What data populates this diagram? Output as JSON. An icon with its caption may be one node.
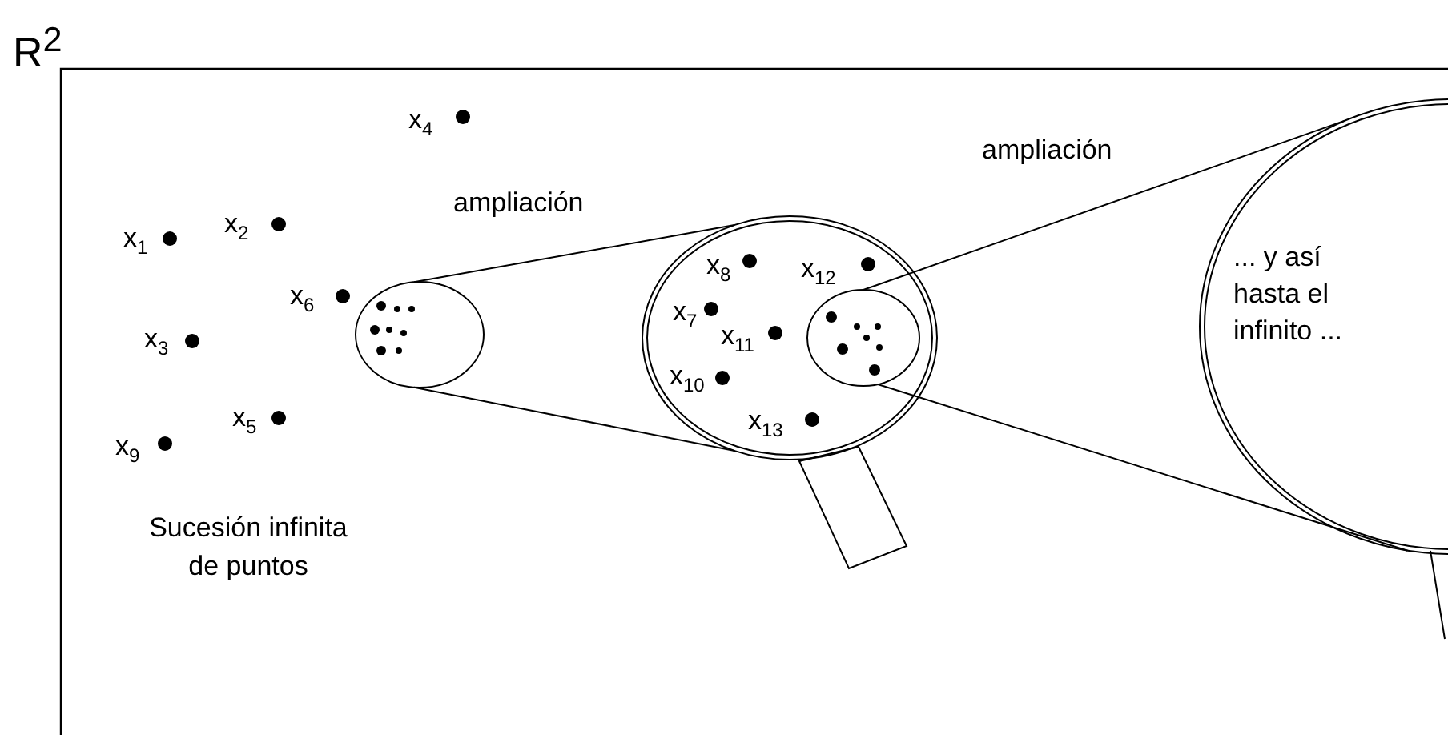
{
  "diagram": {
    "nodes": [
      {
        "text": [],
        "shape": "circle"
      },
      {
        "text": [],
        "shape": "circle"
      },
      {
        "text": [],
        "shape": "circle",
        "in": 1
      },
      {
        "text": [
          "... y así hasta el infinito ..."
        ]
      }
    ],
    "edges": [
      {
        "from": 0,
        "to": 1,
        "arrow": "none",
        "label": "ampliación"
      },
      {
        "from": 0,
        "to": 1,
        "arrow": "none"
      },
      {
        "from": 2,
        "to": 3,
        "arrow": "none",
        "label": "ampliación"
      },
      {
        "from": 2,
        "to": 3,
        "arrow": "none"
      }
    ],
    "labels": [
      "R$^{2}$",
      "x$_{4}$",
      "x$_{1}$",
      "x$_{2}$",
      "x$_{6}$",
      "x$_{8}$",
      "x$_{12}$",
      "x$_{7}$",
      "x$_{11}$",
      "x$_{3}$",
      "x$_{10}$",
      "x$_{13}$",
      "x$_{5}$",
      "x$_{9}$",
      "Sucesión infinita de puntos"
    ]
  }
}
